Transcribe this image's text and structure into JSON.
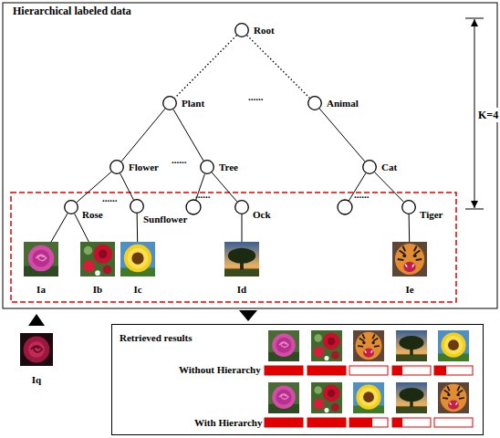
{
  "diagram": {
    "title": "Hierarchical labeled data",
    "nodes": [
      {
        "text": [
          "Root"
        ]
      },
      {
        "text": [
          "Plant"
        ]
      },
      {
        "text": [
          "Animal"
        ]
      },
      {
        "text": [
          "Flower"
        ]
      },
      {
        "text": [
          "Tree"
        ]
      },
      {
        "text": [
          "Cat"
        ]
      },
      {
        "text": [
          "Rose"
        ]
      },
      {
        "text": [
          "Sunflower"
        ]
      },
      {
        "text": [
          "Ock"
        ]
      },
      {
        "text": [
          "Tiger"
        ]
      },
      {
        "text": [
          "Ia"
        ]
      },
      {
        "text": [
          "Ib"
        ]
      },
      {
        "text": [
          "Ic"
        ]
      },
      {
        "text": [
          "Id"
        ]
      },
      {
        "text": [
          "Ie"
        ]
      },
      {
        "text": [
          "Iq"
        ]
      },
      {
        "text": [
          "Retrieved results"
        ]
      }
    ],
    "edges": [
      {
        "from": 0,
        "to": 1,
        "arrow": "none"
      },
      {
        "from": 0,
        "to": 2,
        "arrow": "none"
      },
      {
        "from": 1,
        "to": 3,
        "arrow": "none"
      },
      {
        "from": 1,
        "to": 4,
        "arrow": "none"
      },
      {
        "from": 2,
        "to": 5,
        "arrow": "none"
      },
      {
        "from": 3,
        "to": 6,
        "arrow": "none"
      },
      {
        "from": 3,
        "to": 7,
        "arrow": "none"
      },
      {
        "from": 4,
        "to": 8,
        "arrow": "none"
      },
      {
        "from": 5,
        "to": 9,
        "arrow": "none"
      },
      {
        "from": 6,
        "to": 10,
        "arrow": "none"
      },
      {
        "from": 6,
        "to": 11,
        "arrow": "none"
      },
      {
        "from": 7,
        "to": 12,
        "arrow": "none"
      },
      {
        "from": 8,
        "to": 13,
        "arrow": "none"
      },
      {
        "from": 9,
        "to": 14,
        "arrow": "none"
      }
    ],
    "labels": [
      "......",
      "......",
      "......",
      "......",
      "......",
      "K=4",
      "Without Hierarchy",
      "With Hierarchy"
    ]
  }
}
